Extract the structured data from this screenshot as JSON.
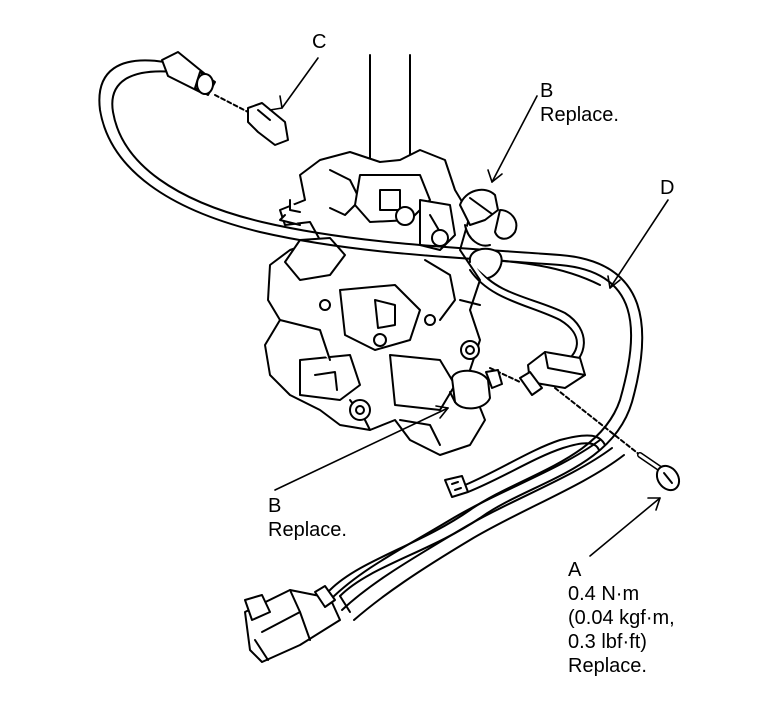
{
  "callouts": {
    "c": {
      "letter": "C"
    },
    "b_top": {
      "letter": "B",
      "note": "Replace."
    },
    "d": {
      "letter": "D"
    },
    "b_bottom": {
      "letter": "B",
      "note": "Replace."
    },
    "a": {
      "letter": "A",
      "torque_nm": "0.4 N·m",
      "torque_kgf": "(0.04 kgf·m,",
      "torque_lbf": "0.3 lbf·ft)",
      "note": "Replace."
    }
  },
  "colors": {
    "ink": "#000000",
    "paper": "#ffffff"
  }
}
